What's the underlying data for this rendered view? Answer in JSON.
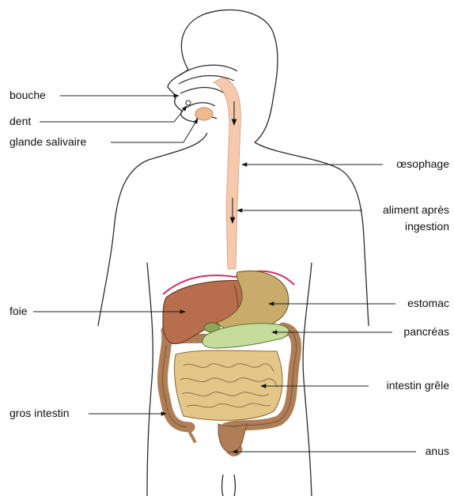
{
  "labels": {
    "bouche": "bouche",
    "dent": "dent",
    "glande_salivaire": "glande salivaire",
    "oesophage": "œsophage",
    "aliment_1": "aliment après",
    "aliment_2": "ingestion",
    "foie": "foie",
    "estomac": "estomac",
    "pancreas": "pancréas",
    "intestin_grele": "intestin grêle",
    "gros_intestin": "gros intestin",
    "anus": "anus"
  },
  "colors": {
    "outline": "#2a2a2a",
    "liver": "#b86e4d",
    "stomach": "#c9ac6c",
    "pancreas": "#c5dc9a",
    "small_intestine": "#e3c688",
    "large_intestine": "#b07e56",
    "esophagus": "#f7c9ac",
    "diaphragm": "#d0306a",
    "salivary_gland": "#f2b98c"
  }
}
